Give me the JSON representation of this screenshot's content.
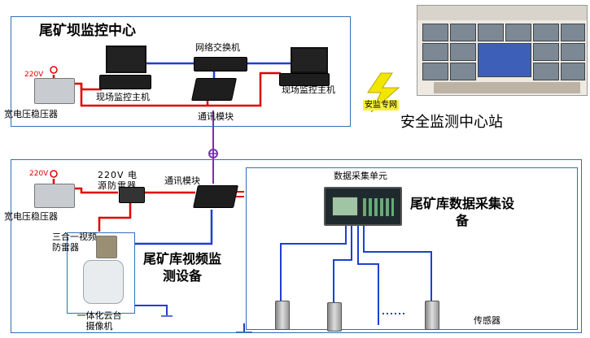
{
  "top_panel": {
    "title": "尾矿坝监控中心",
    "power_label": "220V",
    "stabilizer_label": "宽电压稳压器",
    "host_left_label": "现场监控主机",
    "switch_label": "网络交换机",
    "comm_label": "通讯模块",
    "host_right_label": "现场监控主机"
  },
  "center": {
    "title": "安全监测中心站",
    "badge": "安监专网"
  },
  "bottom_panel": {
    "power_label": "220V",
    "stabilizer_label": "宽电压稳压器",
    "surge_label": "220V 电源防雷器",
    "comm_label": "通讯模块",
    "lightning_label": "三合一视频防雷器",
    "camera_label": "一体化云台摄像机",
    "video_title": "尾矿库视频监测设备",
    "acq_unit_label": "数据采集单元",
    "acq_title": "尾矿库数据采集设备",
    "sensor_label": "传感器"
  },
  "colors": {
    "frame": "#2f6fb5",
    "power_line": "#e00000",
    "network_line": "#1f3fd0",
    "fiber": "#7b2fb0"
  }
}
